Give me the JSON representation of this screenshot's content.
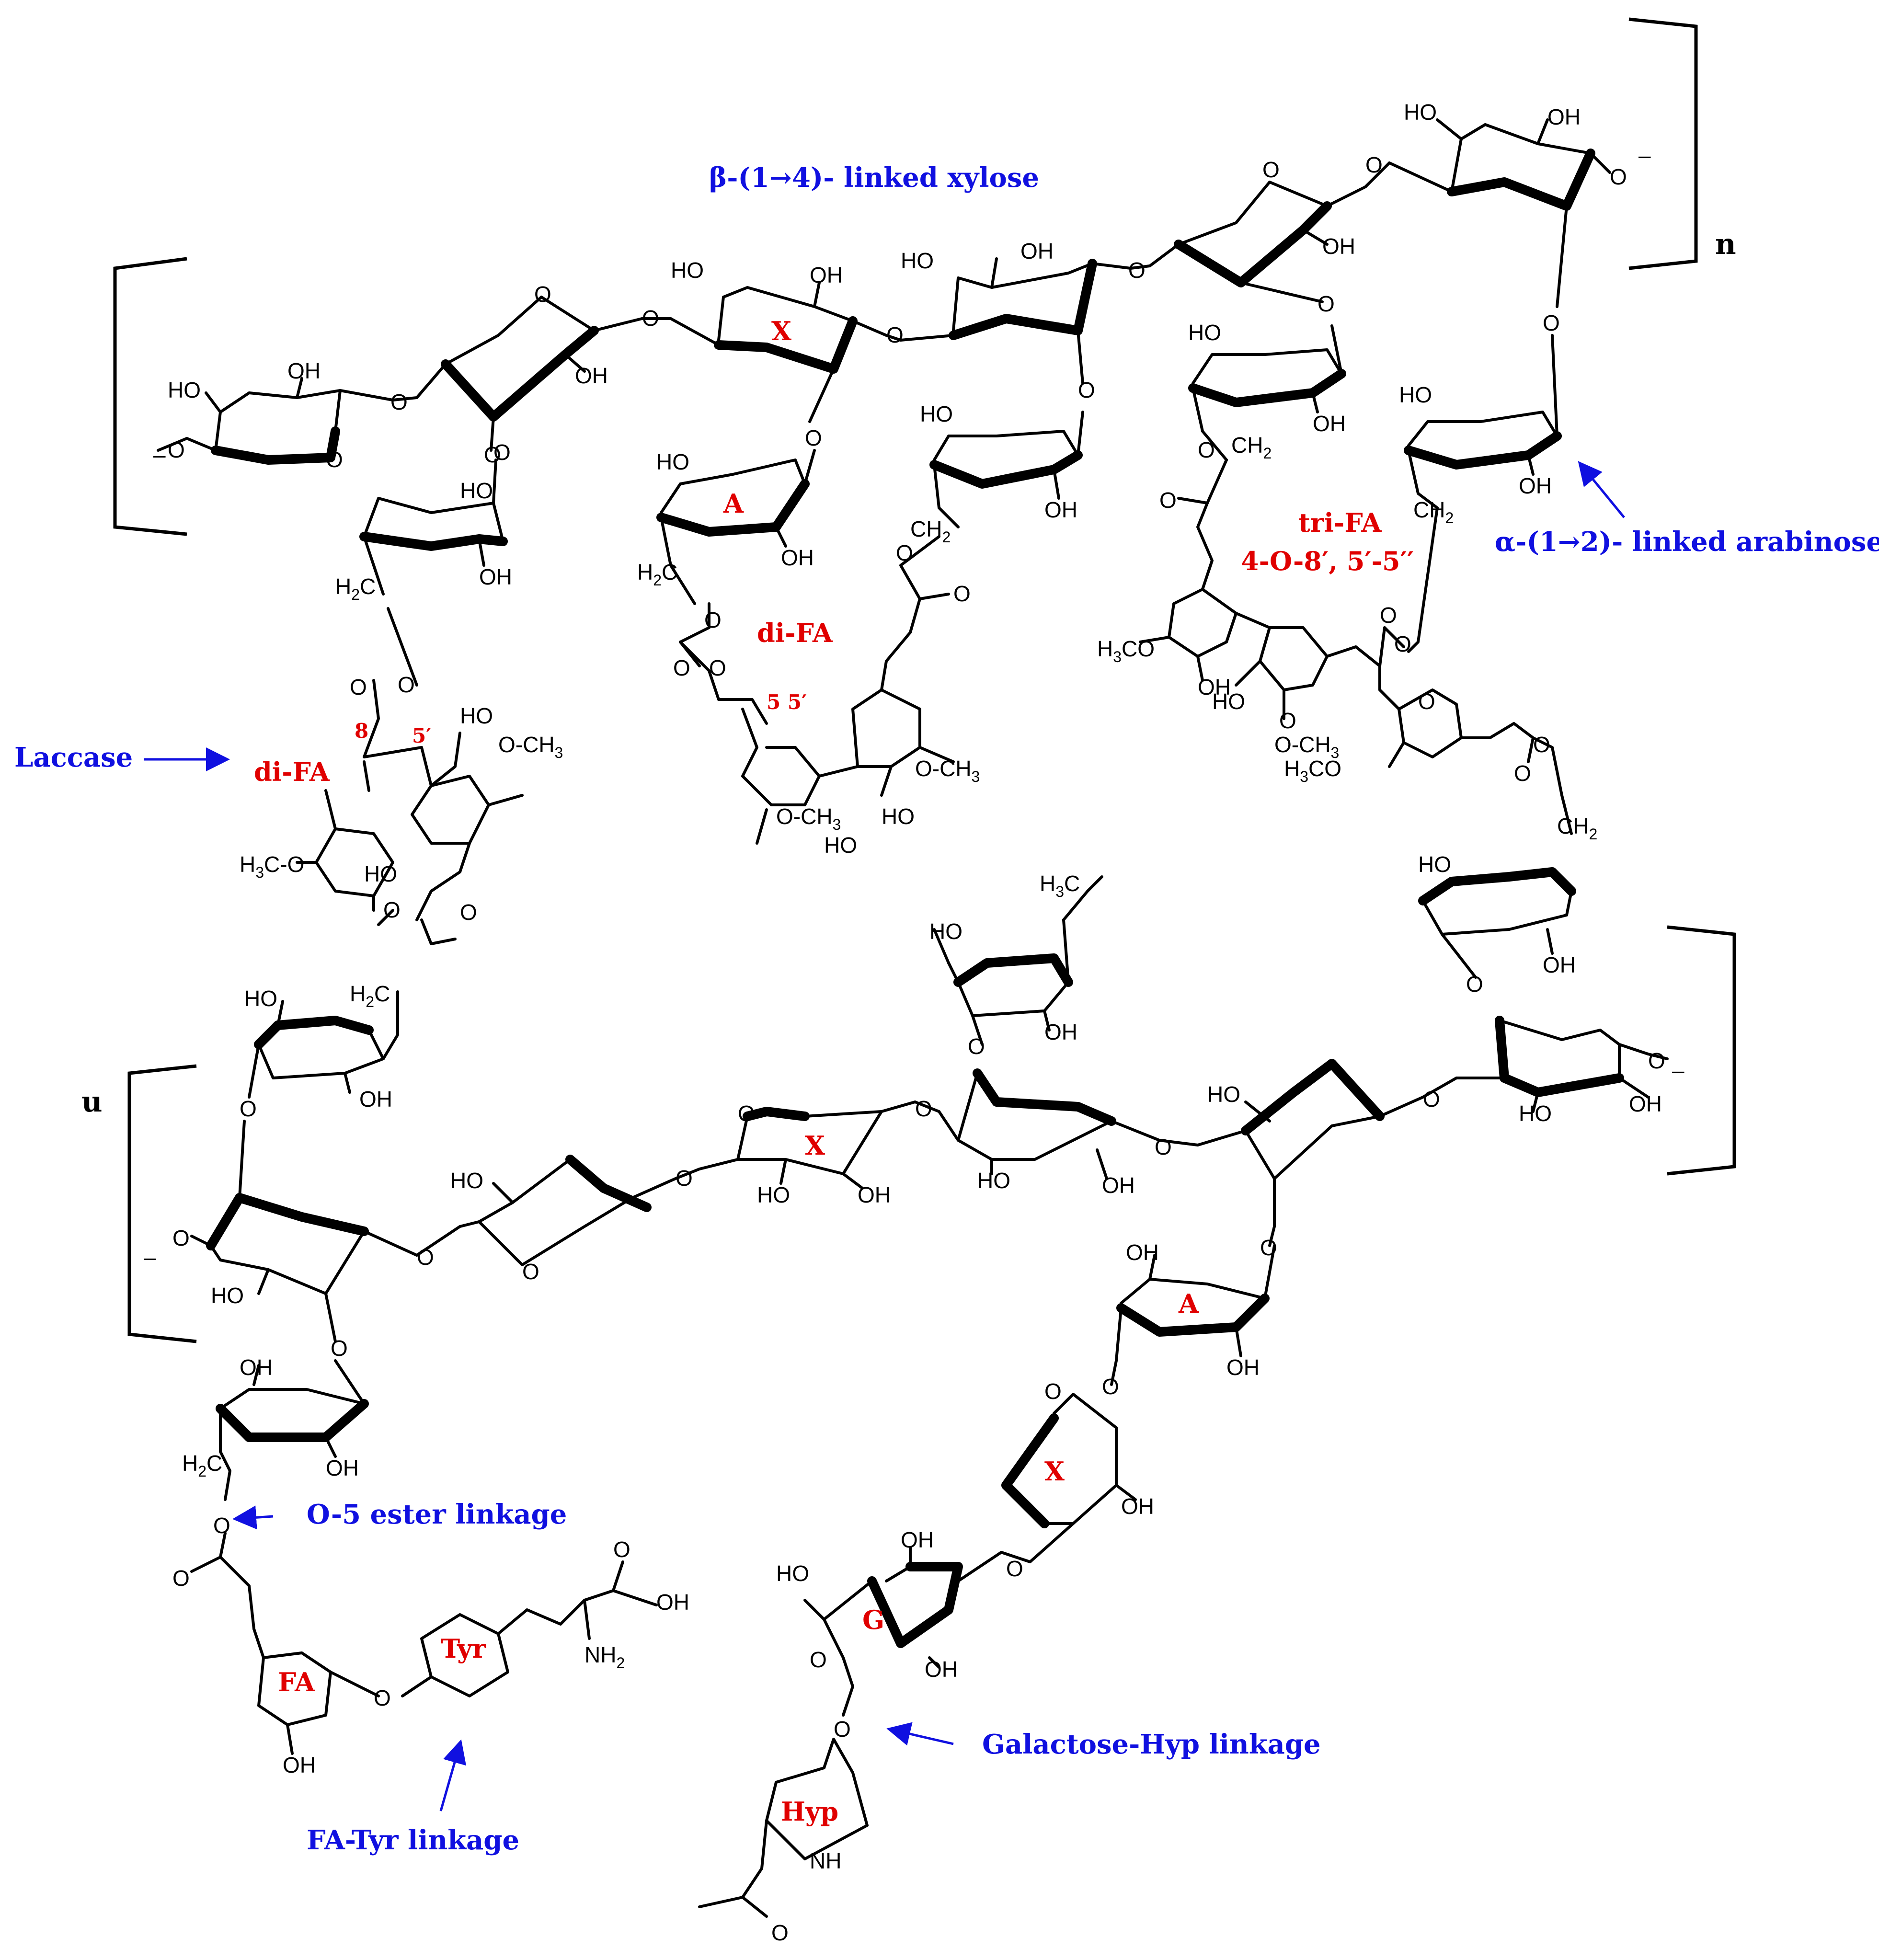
{
  "labels": {
    "xylose_linkage": "β-(1→4)- linked xylose",
    "arabinose_linkage": "α-(1→2)- linked arabinose",
    "laccase": "Laccase",
    "ester_linkage": "O-5 ester linkage",
    "fa_tyr_linkage": "FA-Tyr linkage",
    "galactose_hyp_linkage": "Galactose-Hyp linkage"
  },
  "red_labels": {
    "difa_left": "di-FA",
    "difa_center": "di-FA",
    "trifa_line1": "tri-FA",
    "trifa_line2": "4-O-8′, 5′-5′′",
    "xylose_x1": "X",
    "xylose_x2": "X",
    "xylose_x3": "X",
    "arabinose_a1": "A",
    "arabinose_a2": "A",
    "galactose_g": "G",
    "fa": "FA",
    "tyr": "Tyr",
    "hyp": "Hyp",
    "pos_8": "8",
    "pos_5prime_left": "5′",
    "pos_5_5prime": "5  5′"
  },
  "repeat_units": {
    "n": "n",
    "u": "u"
  },
  "atoms": {
    "oh": "OH",
    "ho": "HO",
    "o": "O",
    "ch2": "CH",
    "h2c": "H",
    "och3": "O-CH",
    "h3co": "H",
    "nh2": "NH",
    "nh": "N",
    "h": "H",
    "cooh": "OH"
  },
  "colors": {
    "annotation_blue": "#1010e0",
    "label_red": "#e00000",
    "structure_black": "#000000"
  }
}
